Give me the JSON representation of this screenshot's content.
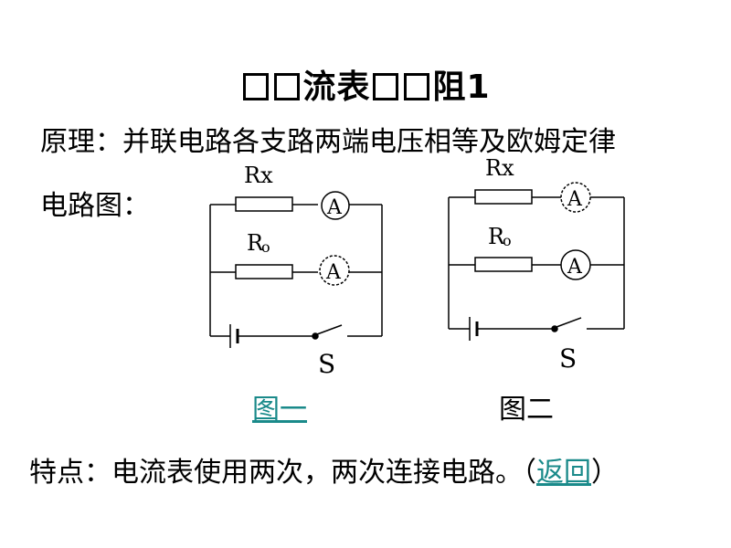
{
  "title": {
    "text": "流表阻1"
  },
  "principle": {
    "text": "原理：并联电路各支路两端电压相等及欧姆定律"
  },
  "diagram_label": {
    "text": "电路图："
  },
  "fig1": {
    "rx": "Rx",
    "r0": "R",
    "r0_sub": "o",
    "ammeter": "A",
    "switch": "S",
    "caption": "图一"
  },
  "fig2": {
    "rx": "Rx",
    "r0": "R",
    "r0_sub": "o",
    "ammeter": "A",
    "switch": "S",
    "caption": "图二"
  },
  "feature": {
    "text": "特点：电流表使用两次，两次连接电路。（",
    "link": "返回",
    "close": "）"
  }
}
